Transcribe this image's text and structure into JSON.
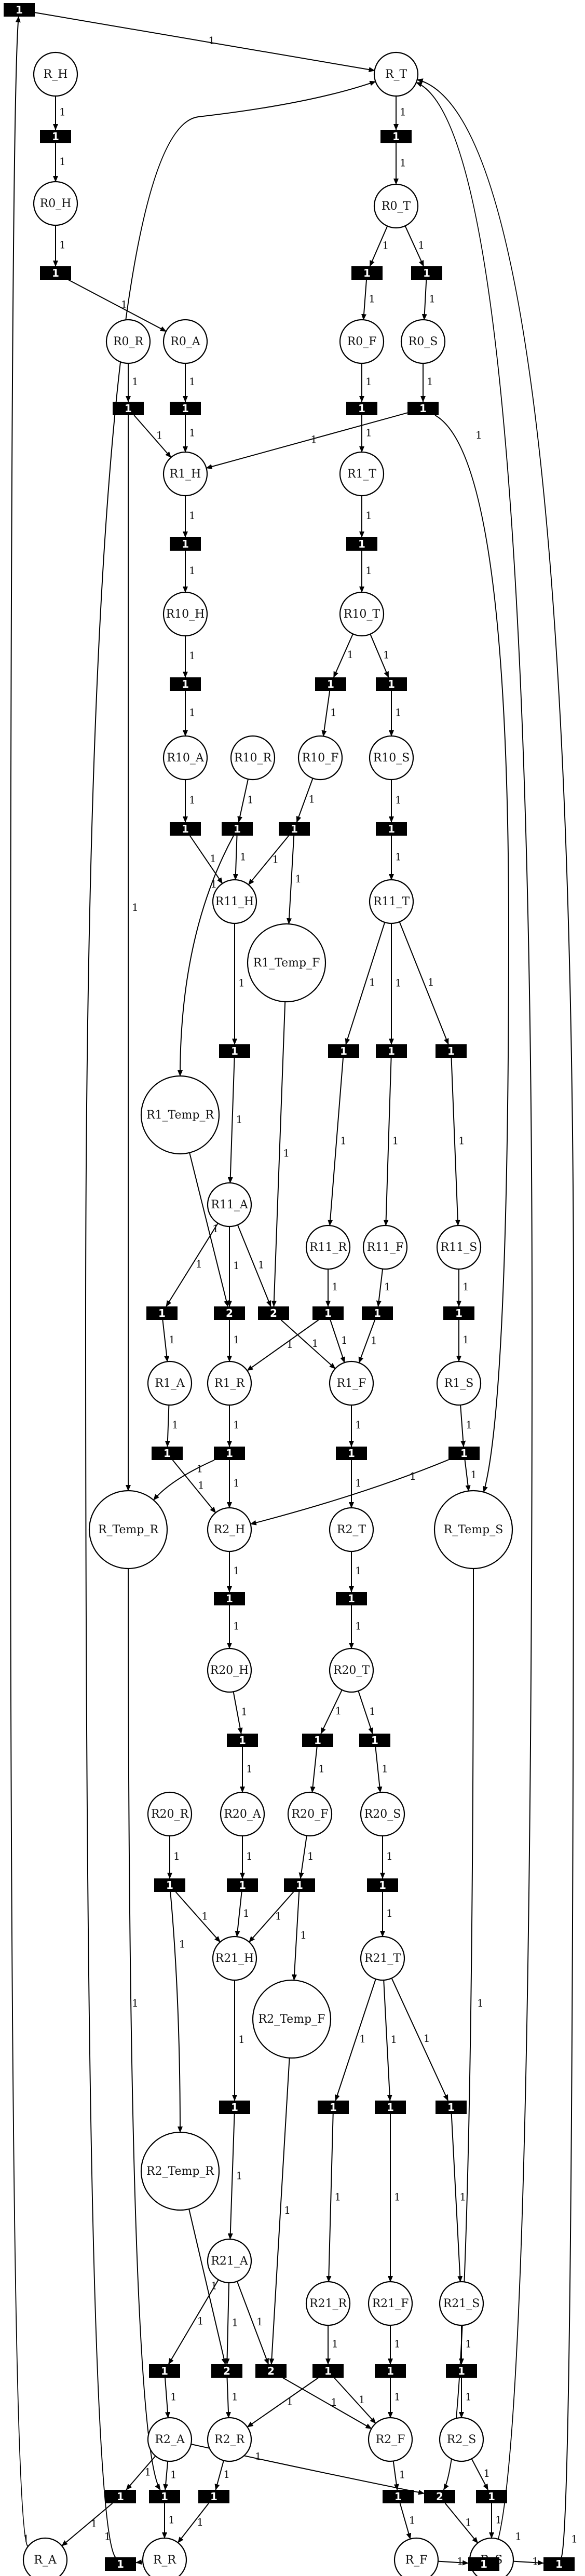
{
  "diagram": {
    "places": [
      {
        "id": "R_H",
        "label": "R_H"
      },
      {
        "id": "R_T",
        "label": "R_T"
      },
      {
        "id": "R0_H",
        "label": "R0_H"
      },
      {
        "id": "R0_T",
        "label": "R0_T"
      },
      {
        "id": "R0_R",
        "label": "R0_R"
      },
      {
        "id": "R0_A",
        "label": "R0_A"
      },
      {
        "id": "R0_F",
        "label": "R0_F"
      },
      {
        "id": "R0_S",
        "label": "R0_S"
      },
      {
        "id": "R1_H",
        "label": "R1_H"
      },
      {
        "id": "R1_T",
        "label": "R1_T"
      },
      {
        "id": "R10_H",
        "label": "R10_H"
      },
      {
        "id": "R10_T",
        "label": "R10_T"
      },
      {
        "id": "R10_A",
        "label": "R10_A"
      },
      {
        "id": "R10_R",
        "label": "R10_R"
      },
      {
        "id": "R10_F",
        "label": "R10_F"
      },
      {
        "id": "R10_S",
        "label": "R10_S"
      },
      {
        "id": "R11_H",
        "label": "R11_H"
      },
      {
        "id": "R11_T",
        "label": "R11_T"
      },
      {
        "id": "R1_Temp_F",
        "label": "R1_Temp_F"
      },
      {
        "id": "R1_Temp_R",
        "label": "R1_Temp_R"
      },
      {
        "id": "R11_A",
        "label": "R11_A"
      },
      {
        "id": "R11_R",
        "label": "R11_R"
      },
      {
        "id": "R11_F",
        "label": "R11_F"
      },
      {
        "id": "R11_S",
        "label": "R11_S"
      },
      {
        "id": "R1_A",
        "label": "R1_A"
      },
      {
        "id": "R1_R",
        "label": "R1_R"
      },
      {
        "id": "R1_F",
        "label": "R1_F"
      },
      {
        "id": "R1_S",
        "label": "R1_S"
      },
      {
        "id": "R_Temp_R",
        "label": "R_Temp_R"
      },
      {
        "id": "R2_H",
        "label": "R2_H"
      },
      {
        "id": "R2_T",
        "label": "R2_T"
      },
      {
        "id": "R_Temp_S",
        "label": "R_Temp_S"
      },
      {
        "id": "R20_H",
        "label": "R20_H"
      },
      {
        "id": "R20_T",
        "label": "R20_T"
      },
      {
        "id": "R20_R",
        "label": "R20_R"
      },
      {
        "id": "R20_A",
        "label": "R20_A"
      },
      {
        "id": "R20_F",
        "label": "R20_F"
      },
      {
        "id": "R20_S",
        "label": "R20_S"
      },
      {
        "id": "R21_H",
        "label": "R21_H"
      },
      {
        "id": "R21_T",
        "label": "R21_T"
      },
      {
        "id": "R2_Temp_F",
        "label": "R2_Temp_F"
      },
      {
        "id": "R2_Temp_R",
        "label": "R2_Temp_R"
      },
      {
        "id": "R21_A",
        "label": "R21_A"
      },
      {
        "id": "R21_R",
        "label": "R21_R"
      },
      {
        "id": "R21_F",
        "label": "R21_F"
      },
      {
        "id": "R21_S",
        "label": "R21_S"
      },
      {
        "id": "R2_A",
        "label": "R2_A"
      },
      {
        "id": "R2_R",
        "label": "R2_R"
      },
      {
        "id": "R2_F",
        "label": "R2_F"
      },
      {
        "id": "R2_S",
        "label": "R2_S"
      },
      {
        "id": "R_A",
        "label": "R_A"
      },
      {
        "id": "R_R",
        "label": "R_R"
      },
      {
        "id": "R_F",
        "label": "R_F"
      },
      {
        "id": "R_S",
        "label": "R_S"
      }
    ],
    "transitions": [
      {
        "id": "T0",
        "label": "1"
      },
      {
        "id": "T1",
        "label": "1"
      },
      {
        "id": "T2",
        "label": "1"
      },
      {
        "id": "T3",
        "label": "1"
      },
      {
        "id": "T4a",
        "label": "1"
      },
      {
        "id": "T4b",
        "label": "1"
      },
      {
        "id": "T5",
        "label": "1"
      },
      {
        "id": "T6",
        "label": "1"
      },
      {
        "id": "T7",
        "label": "1"
      },
      {
        "id": "T8",
        "label": "1"
      },
      {
        "id": "T9",
        "label": "1"
      },
      {
        "id": "T10",
        "label": "1"
      },
      {
        "id": "T11",
        "label": "1"
      },
      {
        "id": "T12a",
        "label": "1"
      },
      {
        "id": "T12b",
        "label": "1"
      },
      {
        "id": "T13",
        "label": "1"
      },
      {
        "id": "T14",
        "label": "1"
      },
      {
        "id": "T15",
        "label": "1"
      },
      {
        "id": "T16",
        "label": "1"
      },
      {
        "id": "T17",
        "label": "1"
      },
      {
        "id": "T18",
        "label": "1"
      },
      {
        "id": "T19",
        "label": "1"
      },
      {
        "id": "T20",
        "label": "1"
      },
      {
        "id": "T21",
        "label": "1"
      },
      {
        "id": "T22",
        "label": "1"
      },
      {
        "id": "T23",
        "label": "2"
      },
      {
        "id": "T24",
        "label": "2"
      },
      {
        "id": "T25",
        "label": "1"
      },
      {
        "id": "T26",
        "label": "1"
      },
      {
        "id": "T27",
        "label": "1"
      },
      {
        "id": "T28",
        "label": "1"
      },
      {
        "id": "T29",
        "label": "1"
      },
      {
        "id": "T30",
        "label": "1"
      },
      {
        "id": "T31",
        "label": "1"
      },
      {
        "id": "T32",
        "label": "1"
      },
      {
        "id": "T33",
        "label": "1"
      },
      {
        "id": "T34",
        "label": "1"
      },
      {
        "id": "T35a",
        "label": "1"
      },
      {
        "id": "T35b",
        "label": "1"
      },
      {
        "id": "T36",
        "label": "1"
      },
      {
        "id": "T37",
        "label": "1"
      },
      {
        "id": "T38",
        "label": "1"
      },
      {
        "id": "T39",
        "label": "1"
      },
      {
        "id": "T40",
        "label": "1"
      },
      {
        "id": "T41",
        "label": "1"
      },
      {
        "id": "T42",
        "label": "1"
      },
      {
        "id": "T43",
        "label": "1"
      },
      {
        "id": "T44",
        "label": "1"
      },
      {
        "id": "T45",
        "label": "1"
      },
      {
        "id": "T46",
        "label": "2"
      },
      {
        "id": "T47",
        "label": "2"
      },
      {
        "id": "T48",
        "label": "1"
      },
      {
        "id": "T49",
        "label": "1"
      },
      {
        "id": "T50",
        "label": "1"
      },
      {
        "id": "T51",
        "label": "1"
      },
      {
        "id": "T52",
        "label": "2"
      },
      {
        "id": "T53",
        "label": "1"
      },
      {
        "id": "T54",
        "label": "1"
      },
      {
        "id": "T55",
        "label": "1"
      },
      {
        "id": "T56",
        "label": "1"
      },
      {
        "id": "T57",
        "label": "1"
      }
    ],
    "arcs": [
      {
        "from": "T0",
        "to": "R_T",
        "weight": "1"
      },
      {
        "from": "R_H",
        "to": "T1",
        "weight": "1"
      },
      {
        "from": "T1",
        "to": "R0_H",
        "weight": "1"
      },
      {
        "from": "R_T",
        "to": "T2",
        "weight": "1"
      },
      {
        "from": "T2",
        "to": "R0_T",
        "weight": "1"
      },
      {
        "from": "R0_H",
        "to": "T3",
        "weight": "1"
      },
      {
        "from": "T3",
        "to": "R0_A",
        "weight": "1"
      },
      {
        "from": "R0_T",
        "to": "T4a",
        "weight": "1"
      },
      {
        "from": "R0_T",
        "to": "T4b",
        "weight": "1"
      },
      {
        "from": "T4a",
        "to": "R0_F",
        "weight": "1"
      },
      {
        "from": "T4b",
        "to": "R0_S",
        "weight": "1"
      },
      {
        "from": "R0_R",
        "to": "T5",
        "weight": "1"
      },
      {
        "from": "R0_A",
        "to": "T6",
        "weight": "1"
      },
      {
        "from": "R0_F",
        "to": "T7",
        "weight": "1"
      },
      {
        "from": "R0_S",
        "to": "T8",
        "weight": "1"
      },
      {
        "from": "T5",
        "to": "R1_H",
        "weight": "1"
      },
      {
        "from": "T5",
        "to": "R_Temp_R",
        "weight": "1"
      },
      {
        "from": "T6",
        "to": "R1_H",
        "weight": "1"
      },
      {
        "from": "T7",
        "to": "R1_T",
        "weight": "1"
      },
      {
        "from": "T8",
        "to": "R1_H",
        "weight": "1"
      },
      {
        "from": "T8",
        "to": "R_Temp_S",
        "weight": "1"
      },
      {
        "from": "R1_H",
        "to": "T9",
        "weight": "1"
      },
      {
        "from": "T9",
        "to": "R10_H",
        "weight": "1"
      },
      {
        "from": "R1_T",
        "to": "T10",
        "weight": "1"
      },
      {
        "from": "T10",
        "to": "R10_T",
        "weight": "1"
      },
      {
        "from": "R10_H",
        "to": "T11",
        "weight": "1"
      },
      {
        "from": "T11",
        "to": "R10_A",
        "weight": "1"
      },
      {
        "from": "R10_T",
        "to": "T12a",
        "weight": "1"
      },
      {
        "from": "R10_T",
        "to": "T12b",
        "weight": "1"
      },
      {
        "from": "T12a",
        "to": "R10_F",
        "weight": "1"
      },
      {
        "from": "T12b",
        "to": "R10_S",
        "weight": "1"
      },
      {
        "from": "R10_A",
        "to": "T13",
        "weight": "1"
      },
      {
        "from": "R10_R",
        "to": "T14",
        "weight": "1"
      },
      {
        "from": "R10_F",
        "to": "T15",
        "weight": "1"
      },
      {
        "from": "R10_S",
        "to": "T16",
        "weight": "1"
      },
      {
        "from": "T13",
        "to": "R11_H",
        "weight": "1"
      },
      {
        "from": "T14",
        "to": "R11_H",
        "weight": "1"
      },
      {
        "from": "T14",
        "to": "R1_Temp_R",
        "weight": "1"
      },
      {
        "from": "T15",
        "to": "R11_H",
        "weight": "1"
      },
      {
        "from": "T15",
        "to": "R1_Temp_F",
        "weight": "1"
      },
      {
        "from": "T16",
        "to": "R11_T",
        "weight": "1"
      },
      {
        "from": "R11_H",
        "to": "T17",
        "weight": "1"
      },
      {
        "from": "T17",
        "to": "R11_A",
        "weight": "1"
      },
      {
        "from": "R11_T",
        "to": "T18",
        "weight": "1"
      },
      {
        "from": "R11_T",
        "to": "T19",
        "weight": "1"
      },
      {
        "from": "R11_T",
        "to": "T20",
        "weight": "1"
      },
      {
        "from": "T18",
        "to": "R11_R",
        "weight": "1"
      },
      {
        "from": "T19",
        "to": "R11_F",
        "weight": "1"
      },
      {
        "from": "T20",
        "to": "R11_S",
        "weight": "1"
      },
      {
        "from": "R11_A",
        "to": "T22",
        "weight": "1"
      },
      {
        "from": "R11_A",
        "to": "T23",
        "weight": "1"
      },
      {
        "from": "R11_A",
        "to": "T24",
        "weight": "1"
      },
      {
        "from": "R1_Temp_R",
        "to": "T23",
        "weight": "1"
      },
      {
        "from": "R1_Temp_F",
        "to": "T24",
        "weight": "1"
      },
      {
        "from": "R11_R",
        "to": "T25",
        "weight": "1"
      },
      {
        "from": "R11_F",
        "to": "T26",
        "weight": "1"
      },
      {
        "from": "R11_S",
        "to": "T27",
        "weight": "1"
      },
      {
        "from": "T22",
        "to": "R1_A",
        "weight": "1"
      },
      {
        "from": "T23",
        "to": "R1_R",
        "weight": "1"
      },
      {
        "from": "T24",
        "to": "R1_F",
        "weight": "1"
      },
      {
        "from": "T25",
        "to": "R1_R",
        "weight": "1"
      },
      {
        "from": "T25",
        "to": "R1_F",
        "weight": "1"
      },
      {
        "from": "T26",
        "to": "R1_F",
        "weight": "1"
      },
      {
        "from": "T27",
        "to": "R1_S",
        "weight": "1"
      },
      {
        "from": "R1_A",
        "to": "T28",
        "weight": "1"
      },
      {
        "from": "R1_R",
        "to": "T29",
        "weight": "1"
      },
      {
        "from": "R1_F",
        "to": "T30",
        "weight": "1"
      },
      {
        "from": "R1_S",
        "to": "T31",
        "weight": "1"
      },
      {
        "from": "T28",
        "to": "R2_H",
        "weight": "1"
      },
      {
        "from": "T29",
        "to": "R_Temp_R",
        "weight": "1"
      },
      {
        "from": "T29",
        "to": "R2_H",
        "weight": "1"
      },
      {
        "from": "T30",
        "to": "R2_T",
        "weight": "1"
      },
      {
        "from": "T31",
        "to": "R2_H",
        "weight": "1"
      },
      {
        "from": "T31",
        "to": "R_Temp_S",
        "weight": "1"
      },
      {
        "from": "R2_H",
        "to": "T32",
        "weight": "1"
      },
      {
        "from": "T32",
        "to": "R20_H",
        "weight": "1"
      },
      {
        "from": "R2_T",
        "to": "T33",
        "weight": "1"
      },
      {
        "from": "T33",
        "to": "R20_T",
        "weight": "1"
      },
      {
        "from": "R20_H",
        "to": "T34",
        "weight": "1"
      },
      {
        "from": "T34",
        "to": "R20_A",
        "weight": "1"
      },
      {
        "from": "R20_T",
        "to": "T35a",
        "weight": "1"
      },
      {
        "from": "R20_T",
        "to": "T35b",
        "weight": "1"
      },
      {
        "from": "T35a",
        "to": "R20_F",
        "weight": "1"
      },
      {
        "from": "T35b",
        "to": "R20_S",
        "weight": "1"
      },
      {
        "from": "R20_R",
        "to": "T36",
        "weight": "1"
      },
      {
        "from": "R20_A",
        "to": "T37",
        "weight": "1"
      },
      {
        "from": "R20_F",
        "to": "T38",
        "weight": "1"
      },
      {
        "from": "R20_S",
        "to": "T39",
        "weight": "1"
      },
      {
        "from": "T36",
        "to": "R21_H",
        "weight": "1"
      },
      {
        "from": "T36",
        "to": "R2_Temp_R",
        "weight": "1"
      },
      {
        "from": "T37",
        "to": "R21_H",
        "weight": "1"
      },
      {
        "from": "T38",
        "to": "R21_H",
        "weight": "1"
      },
      {
        "from": "T38",
        "to": "R2_Temp_F",
        "weight": "1"
      },
      {
        "from": "T39",
        "to": "R21_T",
        "weight": "1"
      },
      {
        "from": "R21_H",
        "to": "T40",
        "weight": "1"
      },
      {
        "from": "T40",
        "to": "R21_A",
        "weight": "1"
      },
      {
        "from": "R21_T",
        "to": "T41",
        "weight": "1"
      },
      {
        "from": "R21_T",
        "to": "T42",
        "weight": "1"
      },
      {
        "from": "R21_T",
        "to": "T43",
        "weight": "1"
      },
      {
        "from": "T41",
        "to": "R21_R",
        "weight": "1"
      },
      {
        "from": "T42",
        "to": "R21_F",
        "weight": "1"
      },
      {
        "from": "T43",
        "to": "R21_S",
        "weight": "1"
      },
      {
        "from": "R21_A",
        "to": "T45",
        "weight": "1"
      },
      {
        "from": "R21_A",
        "to": "T46",
        "weight": "1"
      },
      {
        "from": "R21_A",
        "to": "T47",
        "weight": "1"
      },
      {
        "from": "R2_Temp_R",
        "to": "T46",
        "weight": "1"
      },
      {
        "from": "R2_Temp_F",
        "to": "T47",
        "weight": "1"
      },
      {
        "from": "R21_R",
        "to": "T48",
        "weight": "1"
      },
      {
        "from": "R21_F",
        "to": "T49",
        "weight": "1"
      },
      {
        "from": "R21_S",
        "to": "T50",
        "weight": "1"
      },
      {
        "from": "T45",
        "to": "R2_A",
        "weight": "1"
      },
      {
        "from": "T46",
        "to": "R2_R",
        "weight": "1"
      },
      {
        "from": "T47",
        "to": "R2_F",
        "weight": "1"
      },
      {
        "from": "T48",
        "to": "R2_R",
        "weight": "1"
      },
      {
        "from": "T48",
        "to": "R2_F",
        "weight": "1"
      },
      {
        "from": "T49",
        "to": "R2_F",
        "weight": "1"
      },
      {
        "from": "T50",
        "to": "R2_S",
        "weight": "1"
      },
      {
        "from": "R2_A",
        "to": "T51",
        "weight": "1"
      },
      {
        "from": "R2_A",
        "to": "T52",
        "weight": "1"
      },
      {
        "from": "R2_A",
        "to": "T53",
        "weight": "1"
      },
      {
        "from": "R_Temp_R",
        "to": "T53",
        "weight": "1"
      },
      {
        "from": "R_Temp_S",
        "to": "T52",
        "weight": "1"
      },
      {
        "from": "R2_R",
        "to": "T54",
        "weight": "1"
      },
      {
        "from": "R2_F",
        "to": "T55",
        "weight": "1"
      },
      {
        "from": "R2_S",
        "to": "T56",
        "weight": "1"
      },
      {
        "from": "T51",
        "to": "R_A",
        "weight": "1"
      },
      {
        "from": "T53",
        "to": "R_R",
        "weight": "1"
      },
      {
        "from": "T54",
        "to": "R_R",
        "weight": "1"
      },
      {
        "from": "T52",
        "to": "R_S",
        "weight": "1"
      },
      {
        "from": "T56",
        "to": "R_S",
        "weight": "1"
      },
      {
        "from": "T55",
        "to": "R_F",
        "weight": "1"
      },
      {
        "from": "R_A",
        "to": "T0",
        "weight": "1"
      },
      {
        "from": "R_R",
        "to": "T21",
        "weight": "1"
      },
      {
        "from": "T21",
        "to": "R_T",
        "weight": "1"
      },
      {
        "from": "R_F",
        "to": "T44",
        "weight": "1"
      },
      {
        "from": "T44",
        "to": "R_T",
        "weight": "1"
      },
      {
        "from": "R_S",
        "to": "T57",
        "weight": "1"
      },
      {
        "from": "T57",
        "to": "R_T",
        "weight": "1"
      }
    ]
  }
}
